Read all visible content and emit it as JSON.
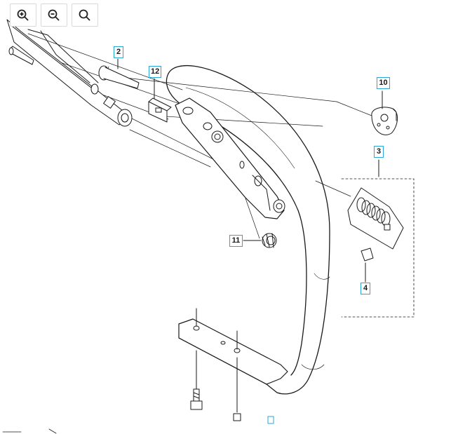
{
  "toolbar": {
    "buttons": [
      {
        "name": "zoom-in",
        "icon": "zoom-in-icon"
      },
      {
        "name": "zoom-out",
        "icon": "zoom-out-icon"
      },
      {
        "name": "zoom-reset",
        "icon": "magnifier-icon"
      }
    ]
  },
  "callouts": {
    "c2": "2",
    "c12": "12",
    "c10": "10",
    "c3": "3",
    "c11": "11",
    "c4": "4"
  },
  "colors": {
    "line": "#1a1a1a",
    "callout_border": "#2aa7d8",
    "button_border": "#d9d9d9"
  }
}
